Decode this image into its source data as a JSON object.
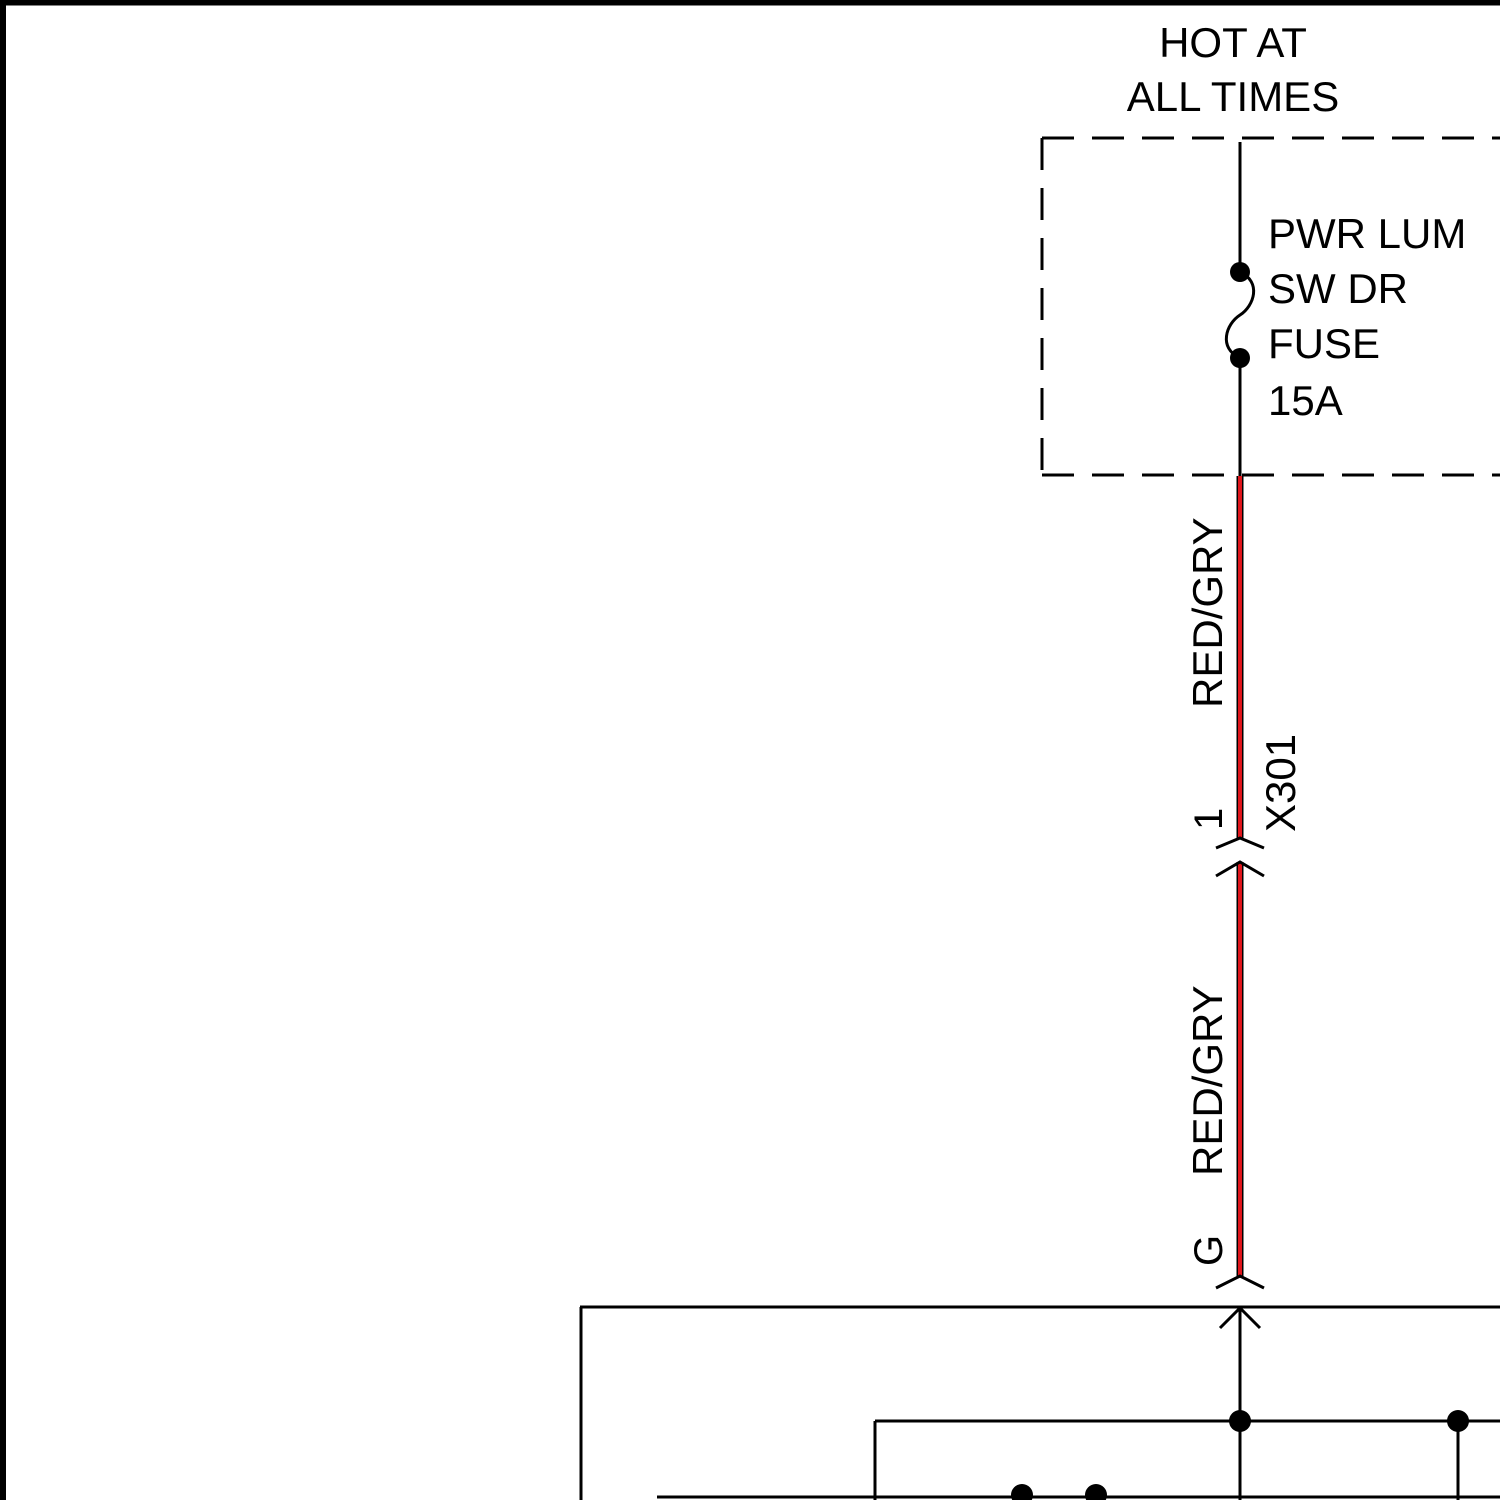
{
  "supply": {
    "line1": "HOT AT",
    "line2": "ALL TIMES"
  },
  "fuse": {
    "name_line1": "PWR LUM",
    "name_line2": "SW DR",
    "name_line3": "FUSE",
    "rating": "15A"
  },
  "wires": {
    "upper_color": "RED/GRY",
    "lower_color": "RED/GRY",
    "highlight_color": "#e0161c"
  },
  "connectors": {
    "inline_id": "X301",
    "inline_pin": "1",
    "module_pin": "G"
  }
}
